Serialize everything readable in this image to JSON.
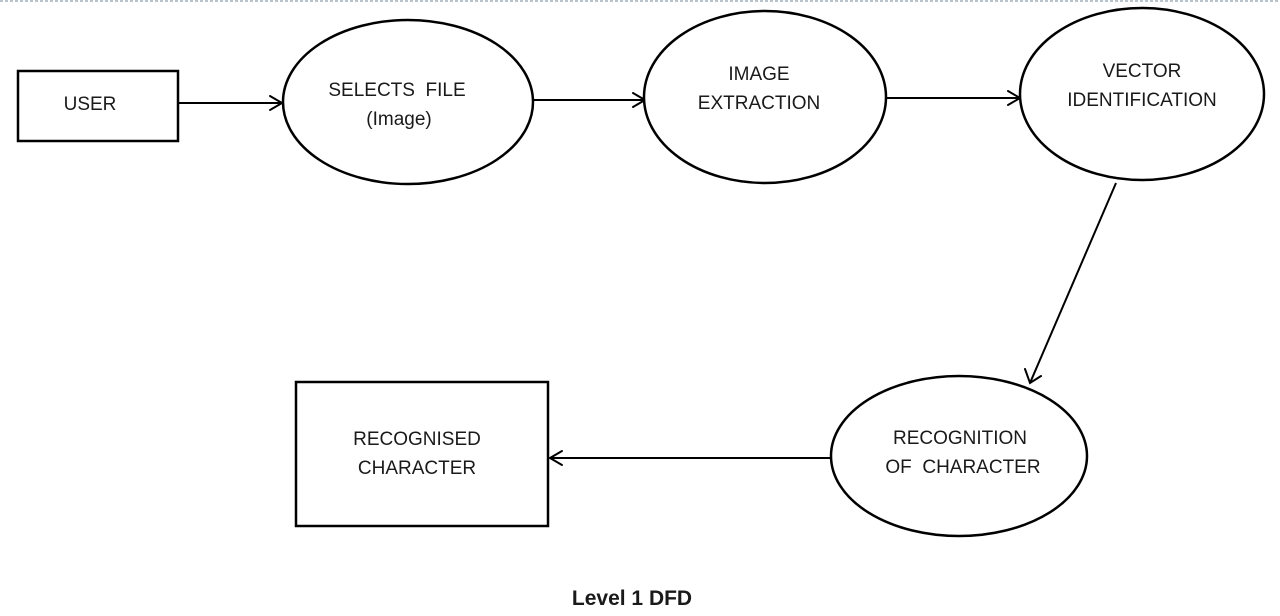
{
  "diagram": {
    "caption": "Level 1 DFD",
    "nodes": {
      "user": {
        "lines": [
          "USER"
        ]
      },
      "selects_file": {
        "lines": [
          "SELECTS  FILE",
          "(Image)"
        ]
      },
      "image_extraction": {
        "lines": [
          "IMAGE",
          "EXTRACTION"
        ]
      },
      "vector_identification": {
        "lines": [
          "VECTOR",
          "IDENTIFICATION"
        ]
      },
      "recognition_of_character": {
        "lines": [
          "RECOGNITION",
          "OF  CHARACTER"
        ]
      },
      "recognised_character": {
        "lines": [
          "RECOGNISED",
          "CHARACTER"
        ]
      }
    },
    "flows": [
      {
        "from": "user",
        "to": "selects_file"
      },
      {
        "from": "selects_file",
        "to": "image_extraction"
      },
      {
        "from": "image_extraction",
        "to": "vector_identification"
      },
      {
        "from": "vector_identification",
        "to": "recognition_of_character"
      },
      {
        "from": "recognition_of_character",
        "to": "recognised_character"
      }
    ]
  }
}
